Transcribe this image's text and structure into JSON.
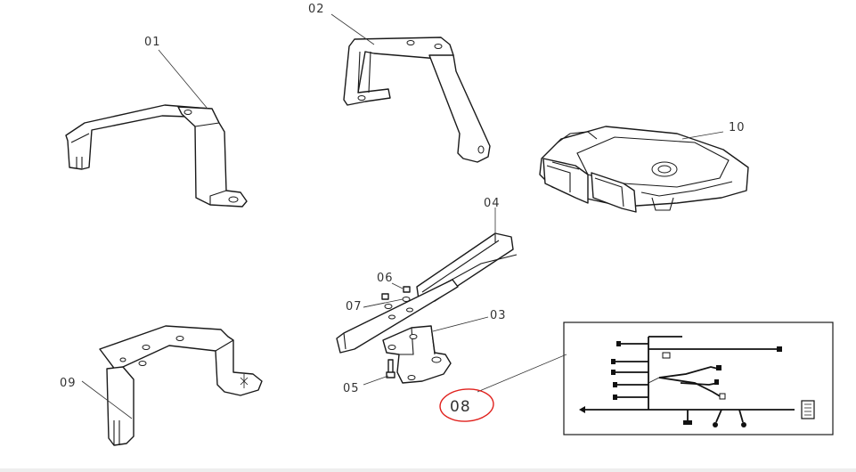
{
  "callouts": {
    "c01": "01",
    "c02": "02",
    "c03": "03",
    "c04": "04",
    "c05": "05",
    "c06": "06",
    "c07": "07",
    "c08": "08",
    "c09": "09",
    "c10": "10"
  },
  "colors": {
    "line": "#1a1a1a",
    "label": "#333333",
    "highlight_circle": "#e0201c",
    "background": "#ffffff"
  }
}
